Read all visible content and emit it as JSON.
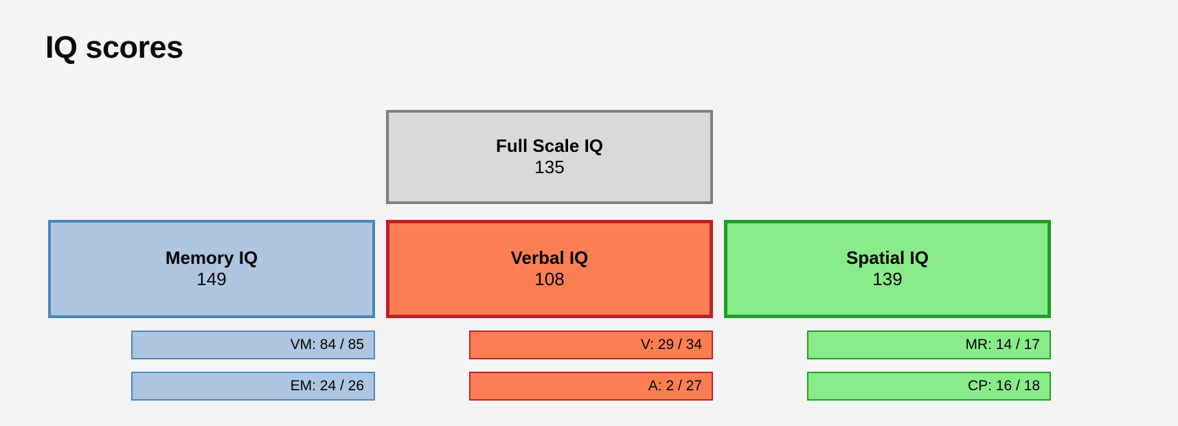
{
  "page": {
    "title": "IQ scores",
    "background_color": "#f4f4f4"
  },
  "diagram": {
    "type": "hierarchy",
    "root": {
      "id": "full-scale",
      "label": "Full Scale IQ",
      "score": "135",
      "fill_color": "#d9d9d9",
      "border_color": "#808080"
    },
    "domains": [
      {
        "id": "memory",
        "label": "Memory IQ",
        "score": "149",
        "fill_color": "#aec6e0",
        "border_color": "#4a87bd",
        "subtests": [
          {
            "id": "vm",
            "label": "VM: 84 / 85",
            "abbr": "VM",
            "raw": "84",
            "max": "85"
          },
          {
            "id": "em",
            "label": "EM: 24 / 26",
            "abbr": "EM",
            "raw": "24",
            "max": "26"
          }
        ]
      },
      {
        "id": "verbal",
        "label": "Verbal IQ",
        "score": "108",
        "fill_color": "#fc7f54",
        "border_color": "#bf2026",
        "subtests": [
          {
            "id": "v",
            "label": "V: 29 / 34",
            "abbr": "V",
            "raw": "29",
            "max": "34"
          },
          {
            "id": "a",
            "label": "A: 2 / 27",
            "abbr": "A",
            "raw": "2",
            "max": "27"
          }
        ]
      },
      {
        "id": "spatial",
        "label": "Spatial IQ",
        "score": "139",
        "fill_color": "#8aeb8a",
        "border_color": "#1e9e28",
        "subtests": [
          {
            "id": "mr",
            "label": "MR: 14 / 17",
            "abbr": "MR",
            "raw": "14",
            "max": "17"
          },
          {
            "id": "cp",
            "label": "CP: 16 / 18",
            "abbr": "CP",
            "raw": "16",
            "max": "18"
          }
        ]
      }
    ]
  }
}
